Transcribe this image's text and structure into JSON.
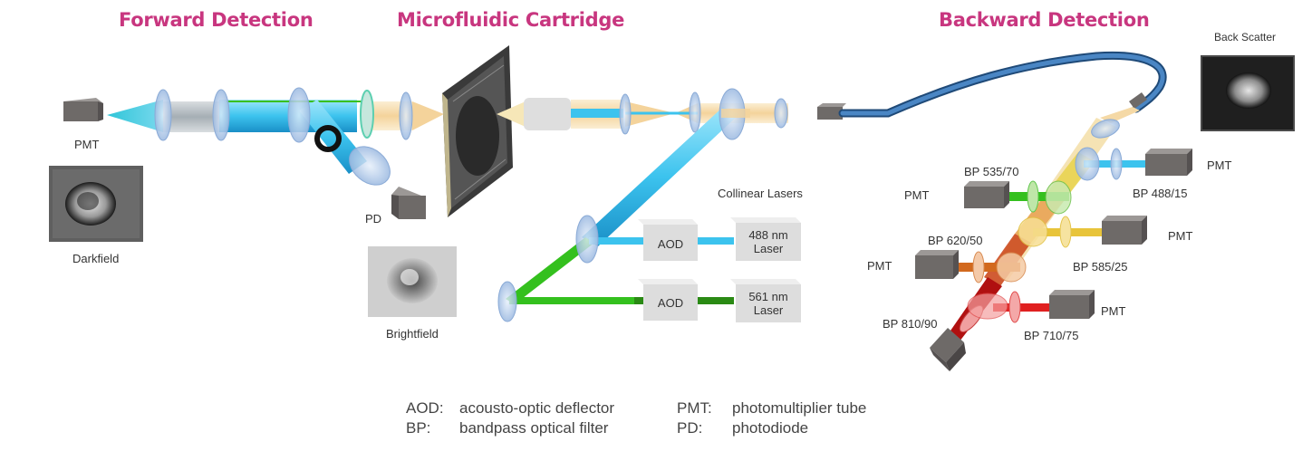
{
  "titles": {
    "forward": "Forward Detection",
    "cartridge": "Microfluidic Cartridge",
    "backward": "Backward Detection"
  },
  "labels": {
    "pmt_forward": "PMT",
    "darkfield": "Darkfield",
    "pd": "PD",
    "brightfield": "Brightfield",
    "collinear_lasers": "Collinear Lasers",
    "aod_1": "AOD",
    "aod_2": "AOD",
    "laser_488_line1": "488 nm",
    "laser_488_line2": "Laser",
    "laser_561_line1": "561 nm",
    "laser_561_line2": "Laser",
    "back_scatter": "Back Scatter",
    "bp_535_70": "BP 535/70",
    "pmt_535": "PMT",
    "bp_488_15": "BP 488/15",
    "pmt_488": "PMT",
    "bp_620_50": "BP 620/50",
    "pmt_620": "PMT",
    "bp_585_25": "BP 585/25",
    "pmt_585": "PMT",
    "bp_810_90": "BP 810/90",
    "bp_710_75": "BP 710/75",
    "pmt_710": "PMT"
  },
  "legend": [
    {
      "term": "AOD:",
      "desc": "acousto-optic deflector"
    },
    {
      "term": "BP:",
      "desc": "bandpass optical filter"
    },
    {
      "term": "PMT:",
      "desc": "photomultiplier tube"
    },
    {
      "term": "PD:",
      "desc": "photodiode"
    }
  ],
  "colors": {
    "title": "#c8367f",
    "blue_beam": "#3cc3ee",
    "green_beam": "#34c01e",
    "dark_green_beam": "#2a8a14",
    "light_beam": "#f5d9a6",
    "fiber": "#2c5f95",
    "orange_beam": "#d2691e",
    "yellow_beam": "#e8c43a",
    "red_beam": "#e02020",
    "dark_red_beam": "#8b0f0f",
    "detector": "#6e6a68",
    "lens": "#a9c4e6"
  }
}
